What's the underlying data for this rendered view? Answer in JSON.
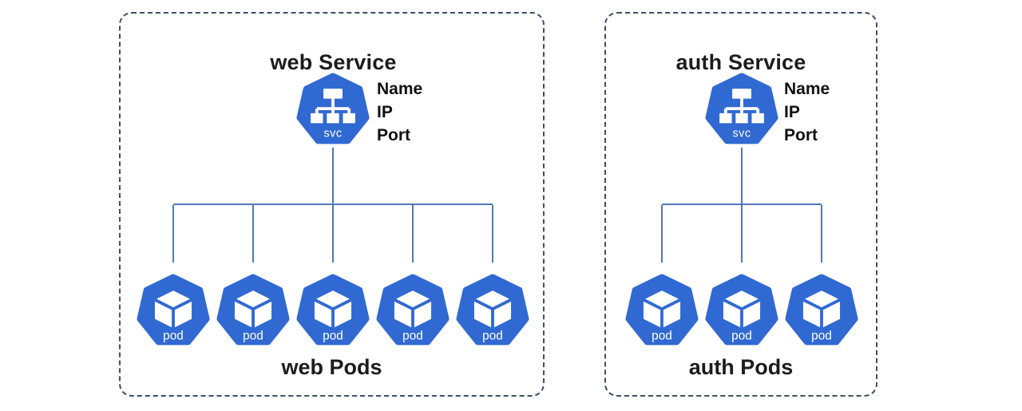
{
  "colors": {
    "icon_blue": "#3169d3",
    "connector_blue": "#4f79b5",
    "border_navy": "#3d4e66",
    "text_dark": "#1c1c1c",
    "background": "#ffffff"
  },
  "icons": {
    "service": "kubernetes-service-heptagon-icon",
    "pod": "kubernetes-pod-heptagon-icon"
  },
  "panels": [
    {
      "name": "web",
      "service_title": "web Service",
      "service_icon_text": "svc",
      "service_attributes": [
        "Name",
        "IP",
        "Port"
      ],
      "pod_icon_text": "pod",
      "pod_count": 5,
      "pods_label": "web Pods"
    },
    {
      "name": "auth",
      "service_title": "auth Service",
      "service_icon_text": "svc",
      "service_attributes": [
        "Name",
        "IP",
        "Port"
      ],
      "pod_icon_text": "pod",
      "pod_count": 3,
      "pods_label": "auth Pods"
    }
  ]
}
